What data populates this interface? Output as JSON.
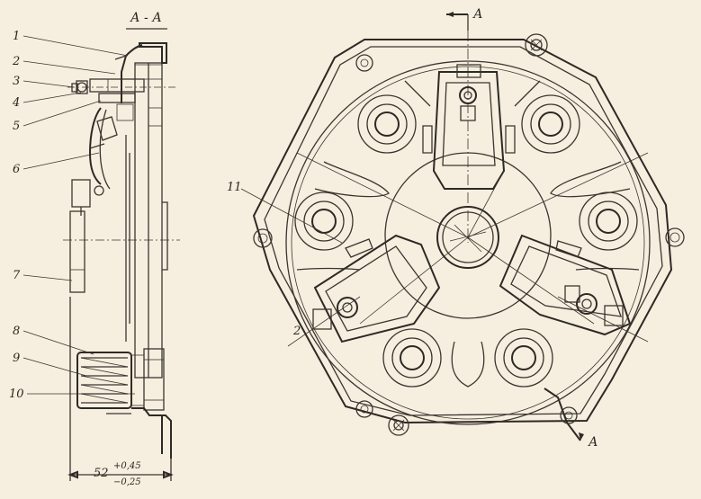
{
  "section_title": "А - А",
  "cut_mark_top": "А",
  "cut_mark_bottom": "А",
  "part_labels": [
    "1",
    "2",
    "3",
    "4",
    "5",
    "6",
    "7",
    "8",
    "9",
    "10"
  ],
  "right_label_11": "11",
  "right_label_2": "2",
  "dimension": {
    "base": "52",
    "upper": "+0,45",
    "lower": "−0,25"
  }
}
